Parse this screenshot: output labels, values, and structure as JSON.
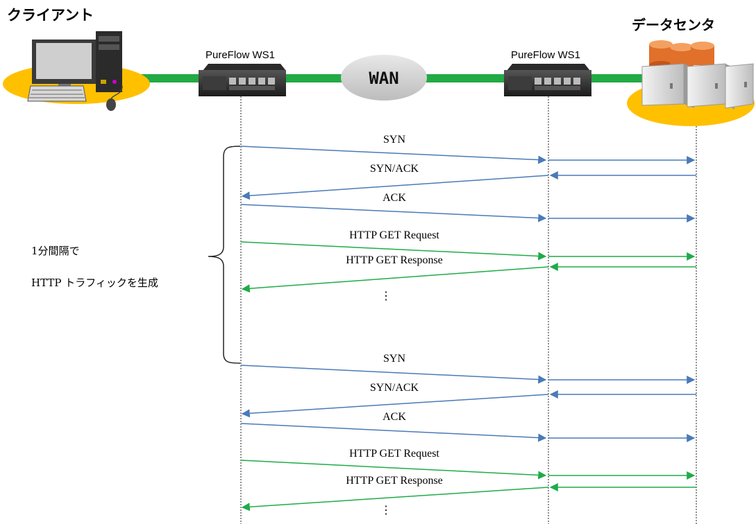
{
  "client": {
    "label": "クライアント"
  },
  "datacenter": {
    "label": "データセンタ"
  },
  "device_left": {
    "label": "PureFlow WS1"
  },
  "device_right": {
    "label": "PureFlow WS1"
  },
  "wan": {
    "label": "WAN"
  },
  "note": {
    "line1": "1分間隔で",
    "line2": "HTTP トラフィックを生成"
  },
  "colors": {
    "blue": "#4a7ab8",
    "green": "#1eac47",
    "link": "#22aa44",
    "ellipse": "#ffc000"
  },
  "messages": [
    {
      "label": "SYN",
      "color": "blue",
      "dir": "right"
    },
    {
      "label": "SYN/ACK",
      "color": "blue",
      "dir": "left"
    },
    {
      "label": "ACK",
      "color": "blue",
      "dir": "right"
    },
    {
      "label": "HTTP GET Request",
      "color": "green",
      "dir": "right"
    },
    {
      "label": "HTTP GET Response",
      "color": "green",
      "dir": "left"
    },
    {
      "label": "SYN",
      "color": "blue",
      "dir": "right"
    },
    {
      "label": "SYN/ACK",
      "color": "blue",
      "dir": "left"
    },
    {
      "label": "ACK",
      "color": "blue",
      "dir": "right"
    },
    {
      "label": "HTTP GET Request",
      "color": "green",
      "dir": "right"
    },
    {
      "label": "HTTP GET Response",
      "color": "green",
      "dir": "left"
    }
  ],
  "ellipsis": "⋮"
}
